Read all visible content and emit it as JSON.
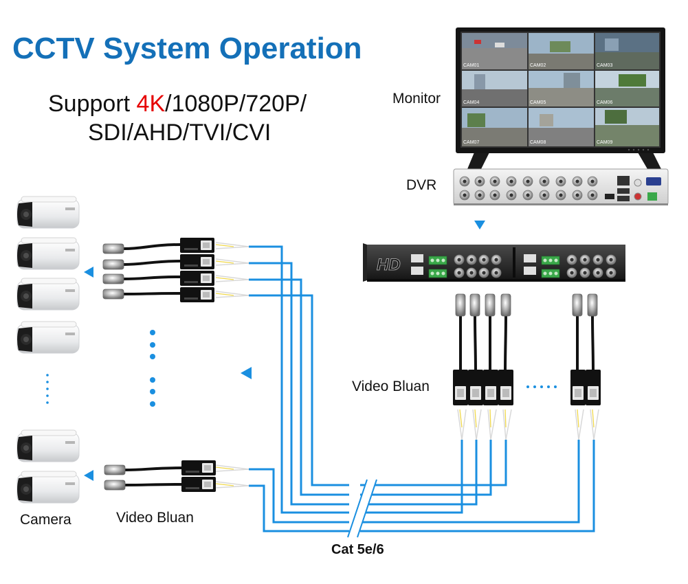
{
  "title": "CCTV System Operation",
  "support": {
    "prefix": "Support ",
    "highlight": "4K",
    "suffix": "/1080P/720P/",
    "line2": "SDI/AHD/TVI/CVI"
  },
  "labels": {
    "monitor": "Monitor",
    "dvr": "DVR",
    "video_balun_right": "Video Bluan",
    "video_balun_left": "Video Bluan",
    "camera": "Camera",
    "cable": "Cat 5e/6"
  },
  "monitor_tiles": [
    "CAM01",
    "CAM02",
    "CAM03",
    "CAM04",
    "CAM05",
    "CAM06",
    "CAM07",
    "CAM08",
    "CAM09"
  ],
  "hub_logo": "HD",
  "colors": {
    "title_blue": "#1470b8",
    "cable_blue": "#1a8fe0",
    "highlight_red": "#e60000",
    "arrow_blue": "#1a8fe0"
  }
}
